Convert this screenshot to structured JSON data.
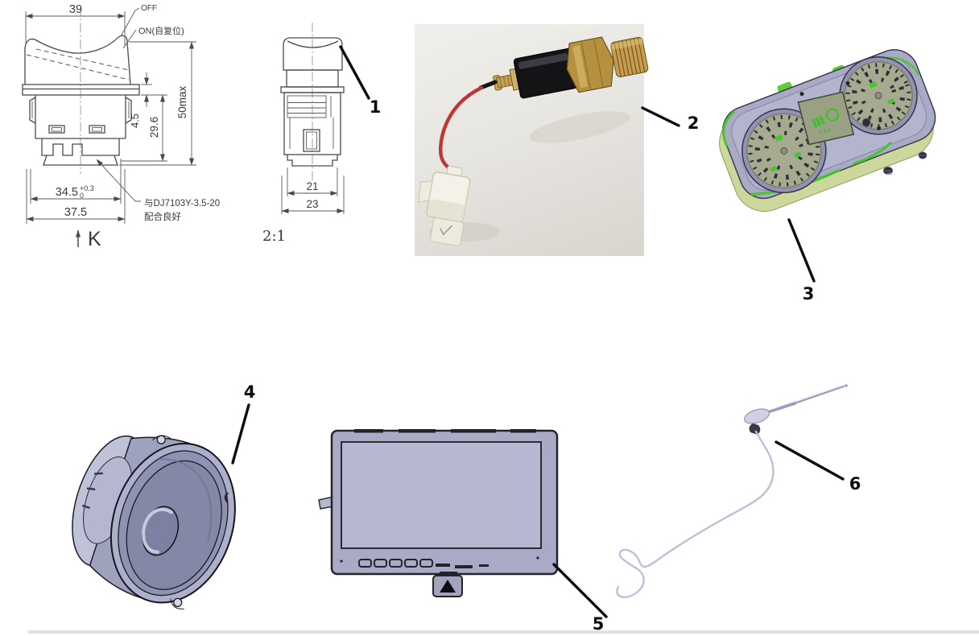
{
  "callouts": [
    {
      "label": "1"
    },
    {
      "label": "2"
    },
    {
      "label": "3"
    },
    {
      "label": "4"
    },
    {
      "label": "5"
    },
    {
      "label": "6"
    }
  ],
  "switch_drawing": {
    "dim_top_width": "39",
    "position_off": "OFF",
    "position_on": "ON(自复位)",
    "dim_bezel_height": "4.5",
    "dim_body_height": "29.6",
    "dim_total_height": "50max",
    "dim_mount_width": "34.5",
    "dim_mount_tol_upper": "+0.3",
    "dim_mount_tol_lower": "0",
    "dim_flange_width": "37.5",
    "fit_note_line1": "与DJ7103Y-3.5-20",
    "fit_note_line2": "配合良好",
    "view_label": "K",
    "side_dim_inner_width": "21",
    "side_dim_outer_width": "23",
    "scale": "2:1"
  },
  "colors": {
    "brass": "#b5913f",
    "brass_light": "#c59e4e",
    "wire_red": "#bf3434",
    "connector_white": "#f4f1e8",
    "cluster_green": "#ccd89b",
    "accent_green": "#46c52c",
    "cad_lavender": "#a9abc6",
    "leader_dark": "#0d0d12"
  }
}
